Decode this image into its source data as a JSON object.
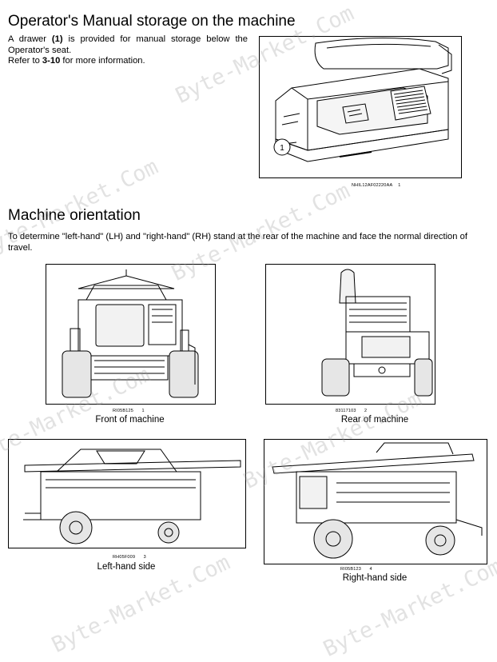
{
  "section1": {
    "title": "Operator's Manual storage on the machine",
    "line1_pre": "A drawer ",
    "line1_bold": "(1)",
    "line1_post": " is provided for manual storage below the",
    "line2": "Operator's seat.",
    "line3_pre": "Refer to ",
    "line3_bold": "3-10",
    "line3_post": " for more information.",
    "figure": {
      "code": "NHIL12AF02220AA",
      "number": "1",
      "callout": "1"
    }
  },
  "section2": {
    "title": "Machine orientation",
    "para_line1": "To determine \"left-hand\" (LH) and \"right-hand\" (RH) stand at the rear of the machine and face the normal direction of",
    "para_line2": "travel.",
    "figures": [
      {
        "code": "RI05B125",
        "number": "1",
        "caption": "Front of machine"
      },
      {
        "code": "83117103",
        "number": "2",
        "caption": "Rear of machine"
      },
      {
        "code": "RH05F009",
        "number": "3",
        "caption": "Left-hand side"
      },
      {
        "code": "RI05B123",
        "number": "4",
        "caption": "Right-hand side"
      }
    ]
  },
  "watermark": {
    "text": "Byte-Market.Com",
    "color": "#969696"
  }
}
